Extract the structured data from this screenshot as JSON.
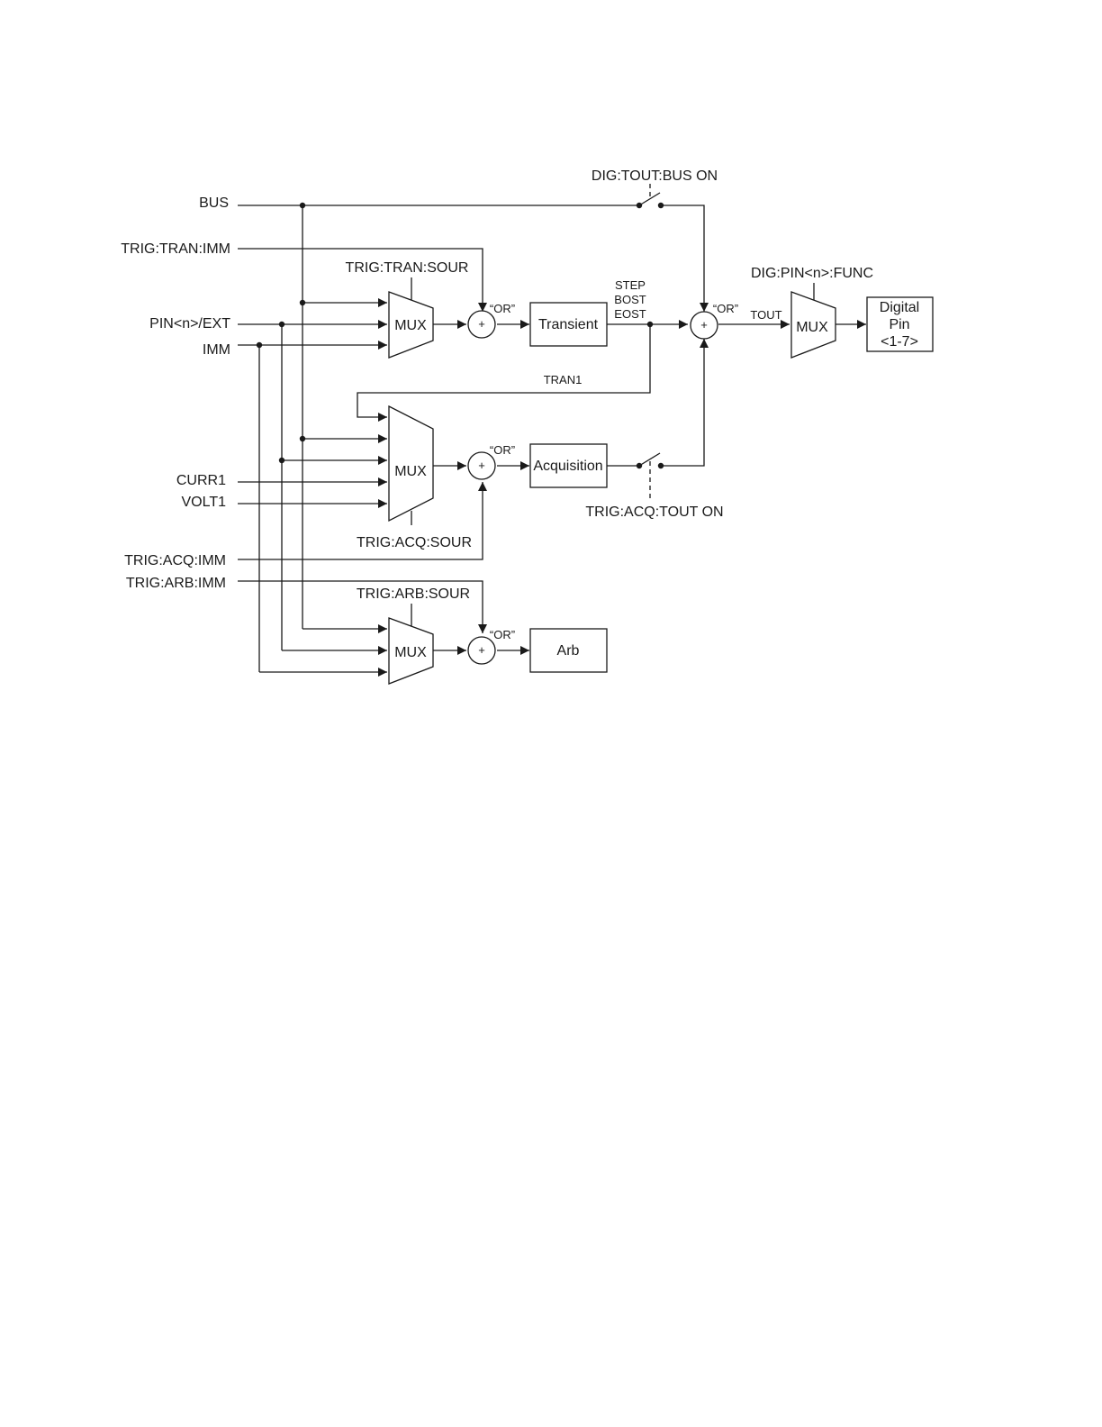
{
  "inputs": {
    "bus": "BUS",
    "trig_tran_imm": "TRIG:TRAN:IMM",
    "pin_ext": "PIN<n>/EXT",
    "imm": "IMM",
    "curr1": "CURR1",
    "volt1": "VOLT1",
    "trig_acq_imm": "TRIG:ACQ:IMM",
    "trig_arb_imm": "TRIG:ARB:IMM"
  },
  "selectors": {
    "tran_sour": "TRIG:TRAN:SOUR",
    "acq_sour": "TRIG:ACQ:SOUR",
    "arb_sour": "TRIG:ARB:SOUR",
    "pin_func": "DIG:PIN<n>:FUNC"
  },
  "switches": {
    "bus_on": "DIG:TOUT:BUS ON",
    "acq_tout_on": "TRIG:ACQ:TOUT ON"
  },
  "mux_label": "MUX",
  "or_label": "“OR”",
  "sum_symbol": "+",
  "blocks": {
    "transient": "Transient",
    "acquisition": "Acquisition",
    "arb": "Arb",
    "digital_pin": [
      "Digital",
      "Pin",
      "<1-7>"
    ]
  },
  "signals": {
    "step": "STEP",
    "bost": "BOST",
    "eost": "EOST",
    "tran1": "TRAN1",
    "tout": "TOUT"
  }
}
